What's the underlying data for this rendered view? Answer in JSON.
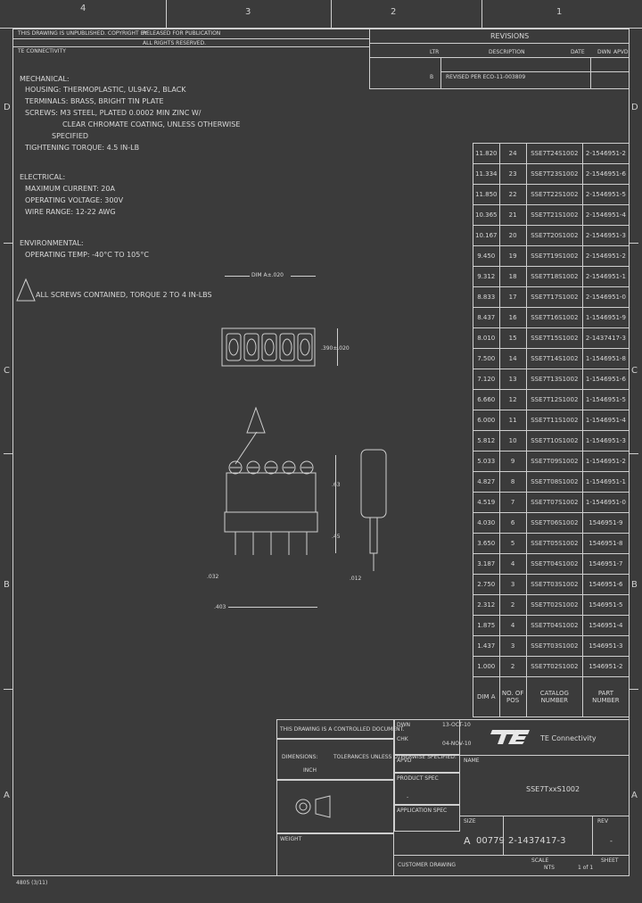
{
  "zones_top": [
    "4",
    "3",
    "2",
    "1"
  ],
  "zones_left": [
    "D",
    "C",
    "B",
    "A"
  ],
  "zones_right": [
    "D",
    "C",
    "B",
    "A"
  ],
  "header": {
    "notice1": "THIS DRAWING IS UNPUBLISHED. COPYRIGHT BY",
    "notice2": "ALL RIGHTS RESERVED.",
    "notice3": "TE CONNECTIVITY",
    "release": "RELEASED FOR PUBLICATION",
    "rev_title": "REVISIONS",
    "rev_cols": [
      "LTR",
      "DESCRIPTION",
      "DATE",
      "DWN",
      "APVD"
    ],
    "rev_row": [
      "B",
      "REVISED PER ECO-11-003809",
      "",
      "",
      ""
    ]
  },
  "notes": {
    "mech_title": "MECHANICAL:",
    "mech": [
      "HOUSING: THERMOPLASTIC, UL94V-2, BLACK",
      "TERMINALS: BRASS, BRIGHT TIN PLATE",
      "SCREWS: M3 STEEL, PLATED 0.0002 MIN ZINC W/",
      "CLEAR CHROMATE COATING, UNLESS OTHERWISE",
      "SPECIFIED",
      "TIGHTENING TORQUE: 4.5 IN-LB"
    ],
    "elec_title": "ELECTRICAL:",
    "elec": [
      "MAXIMUM CURRENT: 20A",
      "OPERATING VOLTAGE: 300V",
      "WIRE RANGE: 12-22 AWG"
    ],
    "env_title": "ENVIRONMENTAL:",
    "env": [
      "OPERATING TEMP: -40°C TO 105°C"
    ],
    "torque_note": "ALL SCREWS CONTAINED, TORQUE 2 TO 4 IN-LBS"
  },
  "dims": {
    "pitch": "DIM A±.020",
    "height": ".390±.020",
    "d63": ".63",
    "d45": ".45",
    "d032": ".032",
    "d012": ".012",
    "d403": ".403"
  },
  "table": {
    "headers": [
      "DIM A",
      "NO. OF POS",
      "CATALOG NUMBER",
      "PART NUMBER"
    ],
    "rows": [
      [
        "11.820",
        "24",
        "SSE7T24S1002",
        "2-1546951-2"
      ],
      [
        "11.334",
        "23",
        "SSE7T23S1002",
        "2-1546951-6"
      ],
      [
        "11.850",
        "22",
        "SSE7T22S1002",
        "2-1546951-5"
      ],
      [
        "10.365",
        "21",
        "SSE7T21S1002",
        "2-1546951-4"
      ],
      [
        "10.167",
        "20",
        "SSE7T20S1002",
        "2-1546951-3"
      ],
      [
        "9.450",
        "19",
        "SSE7T19S1002",
        "2-1546951-2"
      ],
      [
        "9.312",
        "18",
        "SSE7T18S1002",
        "2-1546951-1"
      ],
      [
        "8.833",
        "17",
        "SSE7T17S1002",
        "2-1546951-0"
      ],
      [
        "8.437",
        "16",
        "SSE7T16S1002",
        "1-1546951-9"
      ],
      [
        "8.010",
        "15",
        "SSE7T15S1002",
        "2-1437417-3"
      ],
      [
        "7.500",
        "14",
        "SSE7T14S1002",
        "1-1546951-8"
      ],
      [
        "7.120",
        "13",
        "SSE7T13S1002",
        "1-1546951-6"
      ],
      [
        "6.660",
        "12",
        "SSE7T12S1002",
        "1-1546951-5"
      ],
      [
        "6.000",
        "11",
        "SSE7T11S1002",
        "1-1546951-4"
      ],
      [
        "5.812",
        "10",
        "SSE7T10S1002",
        "1-1546951-3"
      ],
      [
        "5.033",
        "9",
        "SSE7T09S1002",
        "1-1546951-2"
      ],
      [
        "4.827",
        "8",
        "SSE7T08S1002",
        "1-1546951-1"
      ],
      [
        "4.519",
        "7",
        "SSE7T07S1002",
        "1-1546951-0"
      ],
      [
        "4.030",
        "6",
        "SSE7T06S1002",
        "1546951-9"
      ],
      [
        "3.650",
        "5",
        "SSE7T05S1002",
        "1546951-8"
      ],
      [
        "3.187",
        "4",
        "SSE7T04S1002",
        "1546951-7"
      ],
      [
        "2.750",
        "3",
        "SSE7T03S1002",
        "1546951-6"
      ],
      [
        "2.312",
        "2",
        "SSE7T02S1002",
        "1546951-5"
      ],
      [
        "1.875",
        "4",
        "SSE7T04S1002",
        "1546951-4"
      ],
      [
        "1.437",
        "3",
        "SSE7T03S1002",
        "1546951-3"
      ],
      [
        "1.000",
        "2",
        "SSE7T02S1002",
        "1546951-2"
      ]
    ]
  },
  "title_block": {
    "controlled": "THIS DRAWING IS A CONTROLLED DOCUMENT.",
    "dwn": "DWN",
    "chk": "CHK",
    "appvd": "APVD",
    "date1": "13-OCT-10",
    "date2": "04-NOV-10",
    "company": "TE Connectivity",
    "dimensions": "DIMENSIONS:",
    "tolerances": "TOLERANCES UNLESS OTHERWISE SPECIFIED:",
    "inch": "INCH",
    "product_spec": "PRODUCT SPEC",
    "app_spec": "APPLICATION SPEC",
    "weight": "WEIGHT",
    "name_label": "NAME",
    "name": "SSE7TxxS1002",
    "customer": "CUSTOMER DRAWING",
    "size_label": "SIZE",
    "size": "A",
    "cage": "00779",
    "dwg_no": "2-1437417-3",
    "rev_label": "REV",
    "rev": "-",
    "scale_label": "SCALE",
    "scale": "NTS",
    "sheet_label": "SHEET",
    "sheet": "1 of 1",
    "footer": "4805 (3/11)",
    "dash": "-"
  },
  "icons": [
    "te-logo-icon",
    "projection-symbol-icon",
    "note-triangle-icon"
  ]
}
